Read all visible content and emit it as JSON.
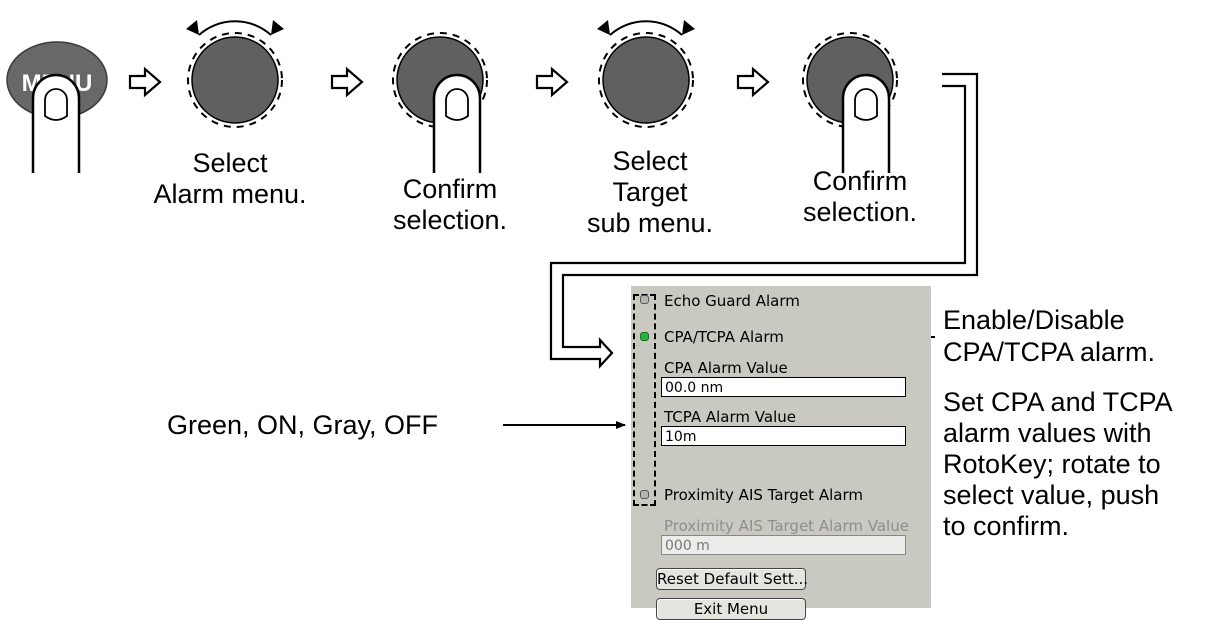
{
  "steps": {
    "menu_key": "MENU",
    "step1": [
      "Select",
      "Alarm menu."
    ],
    "step2": [
      "Confirm",
      "selection."
    ],
    "step3": [
      "Select",
      "Target",
      "sub menu."
    ],
    "step4": [
      "Confirm",
      "selection."
    ]
  },
  "menu": {
    "items": {
      "echo_guard": {
        "label": "Echo Guard Alarm",
        "state": "off"
      },
      "cpa_tcpa": {
        "label": "CPA/TCPA Alarm",
        "state": "on"
      },
      "proximity": {
        "label": "Proximity AIS Target Alarm",
        "state": "off"
      }
    },
    "cpa_value": {
      "label": "CPA Alarm Value",
      "value": "00.0 nm"
    },
    "tcpa_value": {
      "label": "TCPA Alarm Value",
      "value": "10m"
    },
    "proximity_value": {
      "label": "Proximity AIS Target Alarm Value",
      "value": "000 m",
      "disabled": true
    },
    "reset_button": "Reset Default Sett...",
    "exit_button": "Exit Menu"
  },
  "annotations": {
    "green_gray": "Green, ON, Gray, OFF",
    "enable": [
      "Enable/Disable",
      "CPA/TCPA alarm."
    ],
    "set_values": [
      "Set CPA and TCPA",
      "alarm values with",
      "RotoKey; rotate to",
      "select value, push",
      "to confirm."
    ]
  },
  "colors": {
    "knob": "#606060",
    "led_on": "#27b43d",
    "led_off": "#b4b4b4",
    "panel_bg": "#c9c8c1",
    "menu_key": "#686868"
  }
}
